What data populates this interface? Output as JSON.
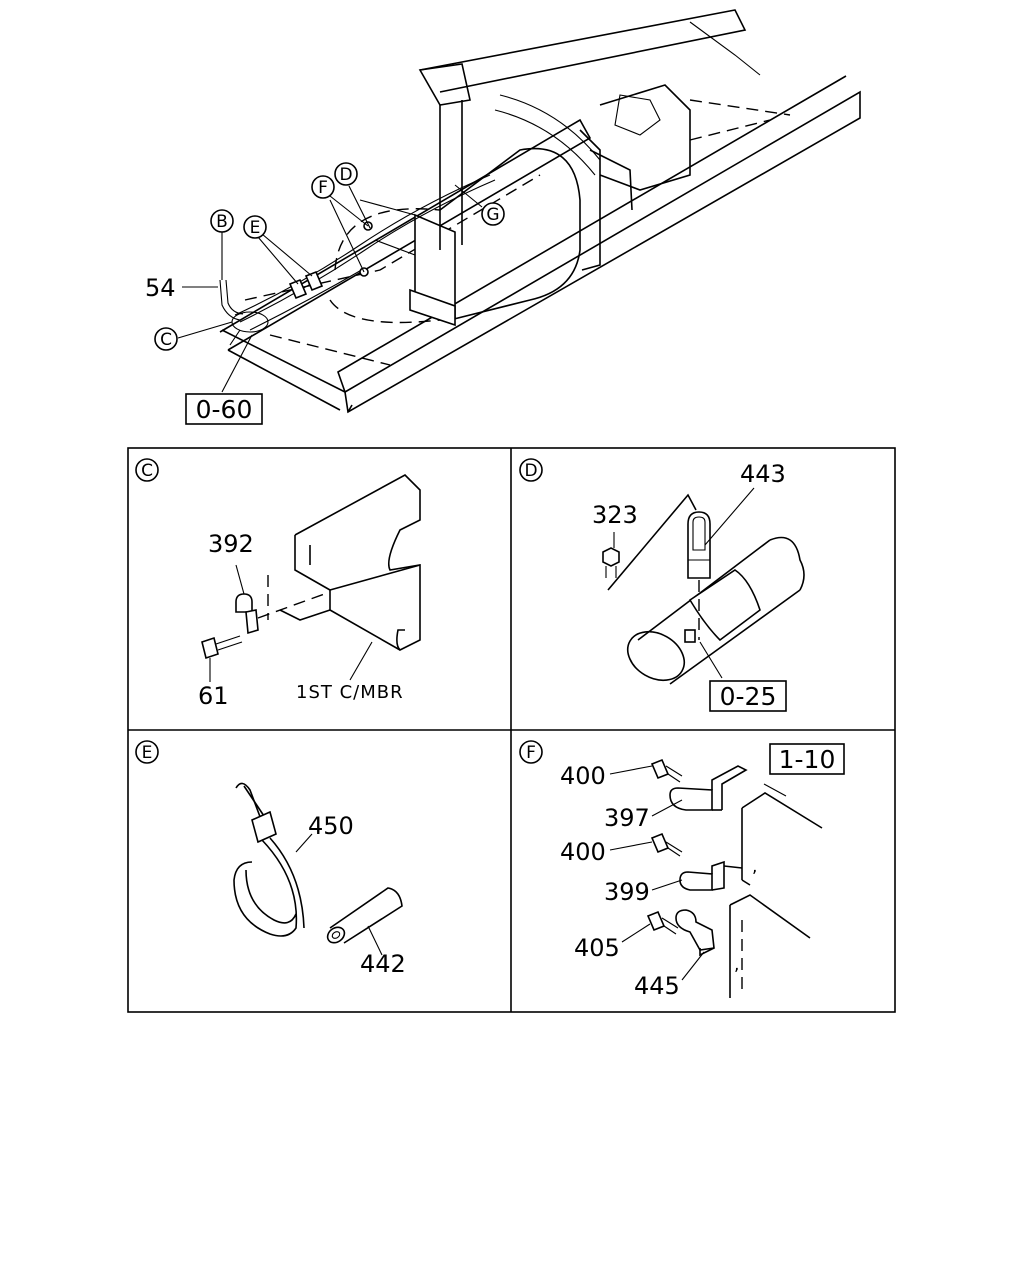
{
  "main_view": {
    "part_54": "54",
    "callout_B": "B",
    "callout_C": "C",
    "callout_D": "D",
    "callout_E": "E",
    "callout_F": "F",
    "callout_G": "G",
    "ref_0_60": "0-60"
  },
  "panels": {
    "C": {
      "letter": "C",
      "part_392": "392",
      "part_61": "61",
      "member_label": "1ST C/MBR"
    },
    "D": {
      "letter": "D",
      "part_323": "323",
      "part_443": "443",
      "ref_0_25": "0-25"
    },
    "E": {
      "letter": "E",
      "part_450": "450",
      "part_442": "442"
    },
    "F": {
      "letter": "F",
      "ref_1_10": "1-10",
      "part_400a": "400",
      "part_397": "397",
      "part_400b": "400",
      "part_399": "399",
      "part_405": "405",
      "part_445": "445"
    }
  }
}
